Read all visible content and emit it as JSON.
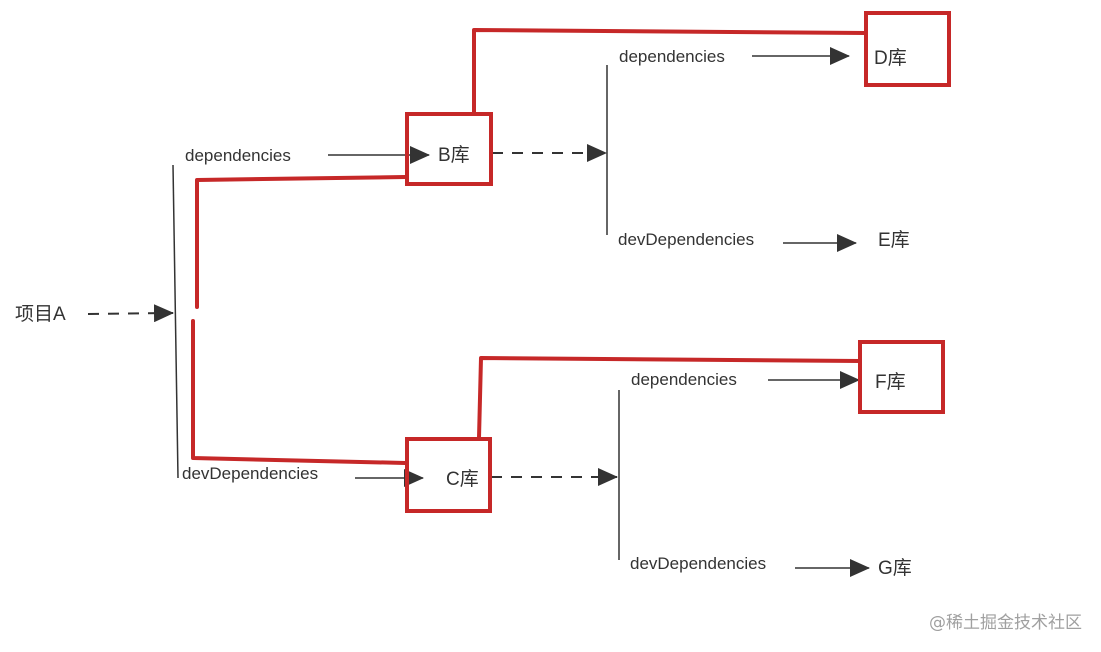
{
  "diagram": {
    "root": "项目A",
    "labels": {
      "dep_root_top": "dependencies",
      "dev_root_bottom": "devDependencies",
      "dep_b": "dependencies",
      "dev_b": "devDependencies",
      "dep_c": "dependencies",
      "dev_c": "devDependencies"
    },
    "nodes": {
      "b": "B库",
      "c": "C库",
      "d": "D库",
      "e": "E库",
      "f": "F库",
      "g": "G库"
    },
    "highlighted_nodes": [
      "B库",
      "C库",
      "D库",
      "F库"
    ],
    "colors": {
      "highlight": "#c62828",
      "line": "#333333",
      "text": "#333333",
      "watermark": "#a0a0a0"
    }
  },
  "watermark": "@稀土掘金技术社区"
}
